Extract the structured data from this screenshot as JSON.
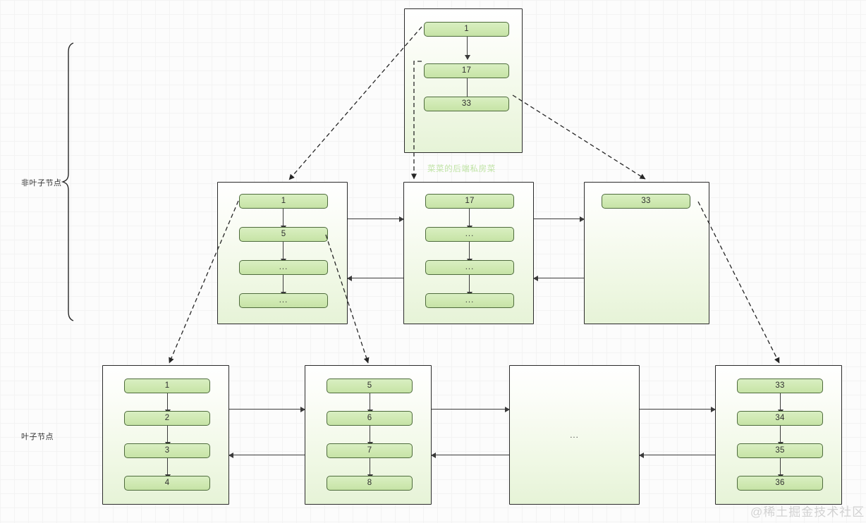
{
  "diagram": {
    "title_watermark_green": "菜菜的后端私房菜",
    "watermark_gray": "@稀土掘金技术社区",
    "labels": {
      "non_leaf": "非叶子节点",
      "leaf": "叶子节点"
    },
    "colors": {
      "cell_fill": "#cfe9b2",
      "cell_border": "#4e6b3c",
      "node_border": "#2b2b2b",
      "node_fill_bottom": "#e6f3d7",
      "link": "#3a3a3a",
      "watermark_green": "#bfe3a4",
      "watermark_gray": "#d2d2d2",
      "grid": "#ececec"
    },
    "levels": [
      {
        "name": "root",
        "nodes": [
          {
            "id": "root",
            "cells": [
              "1",
              "17",
              "33"
            ]
          }
        ]
      },
      {
        "name": "internal",
        "nodes": [
          {
            "id": "internal-1",
            "cells": [
              "1",
              "5",
              "...",
              "..."
            ]
          },
          {
            "id": "internal-2",
            "cells": [
              "17",
              "...",
              "...",
              "..."
            ]
          },
          {
            "id": "internal-3",
            "cells": [
              "33"
            ]
          }
        ]
      },
      {
        "name": "leaf",
        "nodes": [
          {
            "id": "leaf-1",
            "cells": [
              "1",
              "2",
              "3",
              "4"
            ]
          },
          {
            "id": "leaf-2",
            "cells": [
              "5",
              "6",
              "7",
              "8"
            ]
          },
          {
            "id": "leaf-3",
            "cells": [],
            "placeholder": "..."
          },
          {
            "id": "leaf-4",
            "cells": [
              "33",
              "34",
              "35",
              "36"
            ]
          }
        ]
      }
    ]
  }
}
